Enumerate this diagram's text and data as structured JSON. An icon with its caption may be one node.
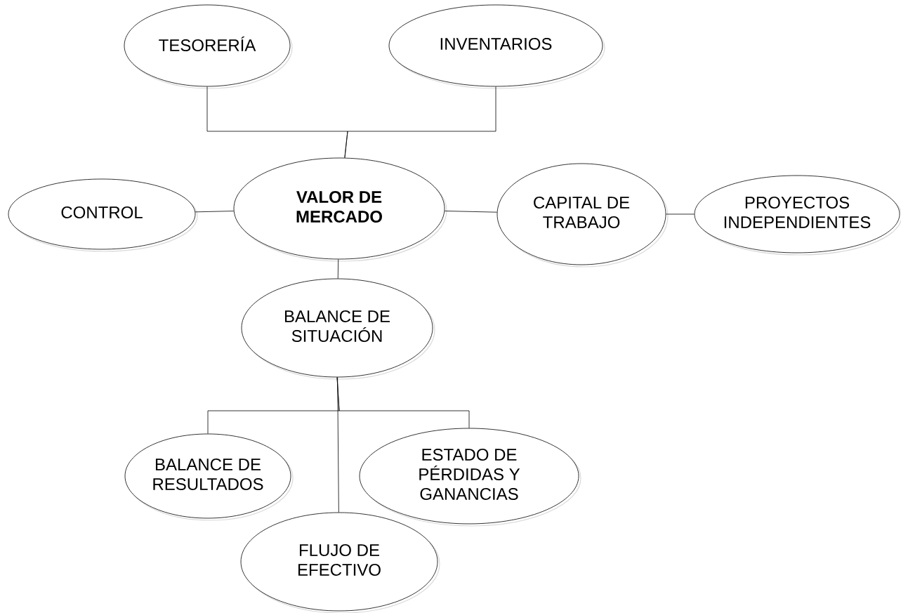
{
  "diagram": {
    "nodes": [
      {
        "text": [
          "TESORERÍA"
        ]
      },
      {
        "text": [
          "INVENTARIOS"
        ]
      },
      {
        "text": [
          "CONTROL"
        ]
      },
      {
        "text": [
          "VALOR DE MERCADO"
        ]
      },
      {
        "text": [
          "CAPITAL DE TRABAJO"
        ]
      },
      {
        "text": [
          "PROYECTOS INDEPENDIENTES"
        ]
      },
      {
        "text": [
          "BALANCE DE SITUACIÓN"
        ]
      },
      {
        "text": [
          "BALANCE DE RESULTADOS"
        ]
      },
      {
        "text": [
          "ESTADO DE PÉRDIDAS Y GANANCIAS"
        ]
      },
      {
        "text": [
          "FLUJO DE EFECTIVO"
        ]
      }
    ],
    "edges": [
      {
        "from": 0,
        "to": 3,
        "arrow": "none"
      },
      {
        "from": 1,
        "to": 3,
        "arrow": "none"
      },
      {
        "from": 2,
        "to": 3,
        "arrow": "none"
      },
      {
        "from": 3,
        "to": 4,
        "arrow": "none"
      },
      {
        "from": 4,
        "to": 5,
        "arrow": "none"
      },
      {
        "from": 3,
        "to": 6,
        "arrow": "none"
      },
      {
        "from": 6,
        "to": 7,
        "arrow": "none"
      },
      {
        "from": 6,
        "to": 8,
        "arrow": "none"
      },
      {
        "from": 6,
        "to": 9,
        "arrow": "none"
      }
    ]
  }
}
